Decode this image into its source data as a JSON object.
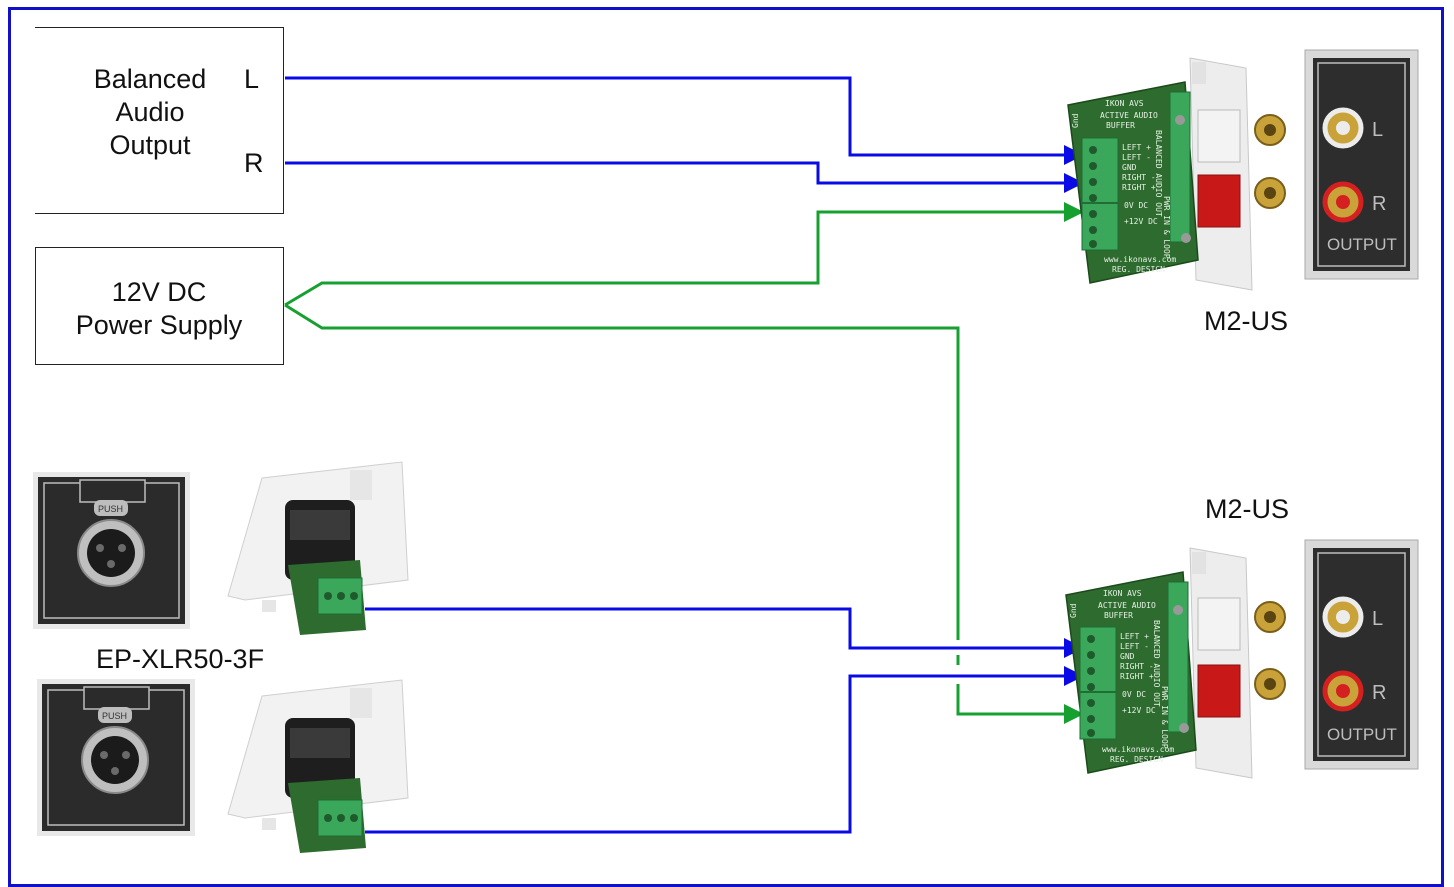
{
  "source_box": {
    "title_lines": [
      "Balanced",
      "Audio",
      "Output"
    ],
    "left_channel": "L",
    "right_channel": "R"
  },
  "power_box": {
    "title_lines": [
      "12V DC",
      "Power Supply"
    ]
  },
  "xlr_label": "EP-XLR50-3F",
  "xlr_plate_text": "PUSH",
  "modules": [
    {
      "label": "M2-US",
      "brand": "IKON AVS",
      "subtitle_lines": [
        "ACTIVE AUDIO",
        "BUFFER"
      ],
      "pins": [
        "LEFT +",
        "LEFT -",
        "GND",
        "RIGHT -",
        "RIGHT +"
      ],
      "pins2": [
        "0V DC",
        "+12V DC"
      ],
      "side_labels": [
        "BALANCED AUDIO OUT",
        "PWR IN & LOOP"
      ],
      "gnd": "Gnd",
      "footer_lines": [
        "www.ikonavs.com",
        "REG. DESIGN"
      ]
    },
    {
      "label": "M2-US",
      "brand": "IKON AVS",
      "subtitle_lines": [
        "ACTIVE AUDIO",
        "BUFFER"
      ],
      "pins": [
        "LEFT +",
        "LEFT -",
        "GND",
        "RIGHT -",
        "RIGHT +"
      ],
      "pins2": [
        "0V DC",
        "+12V DC"
      ],
      "side_labels": [
        "BALANCED AUDIO OUT",
        "PWR IN & LOOP"
      ],
      "gnd": "Gnd",
      "footer_lines": [
        "www.ikonavs.com",
        "REG. DESIGN"
      ]
    }
  ],
  "output_plates": [
    {
      "left": "L",
      "right": "R",
      "caption": "OUTPUT"
    },
    {
      "left": "L",
      "right": "R",
      "caption": "OUTPUT"
    }
  ],
  "colors": {
    "audio_wire": "#0a0ae6",
    "power_wire": "#16a030",
    "frame": "#1010c8",
    "pcb": "#2e6b2e",
    "terminal": "#3aa75a",
    "faceplate": "#2d2d2d"
  }
}
